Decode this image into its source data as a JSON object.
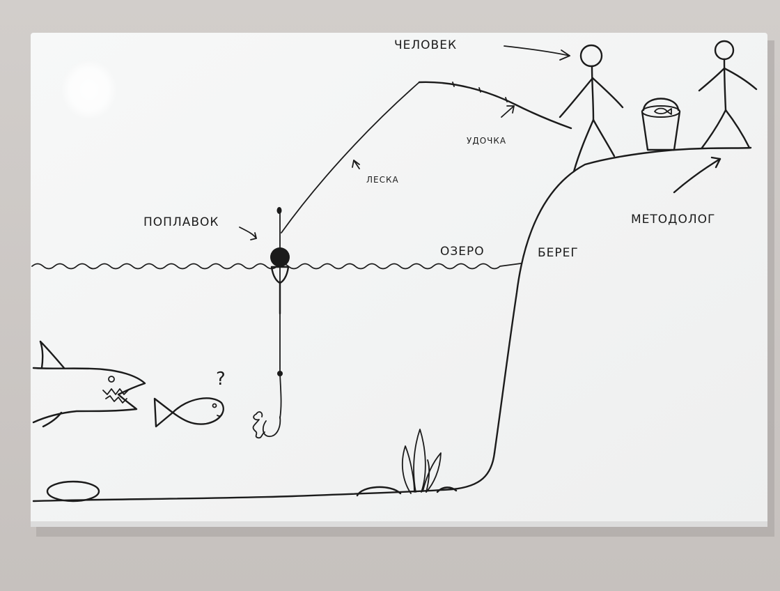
{
  "labels": {
    "person": "ЧЕЛОВЕК",
    "rod": "УДОЧКА",
    "line": "ЛЕСКА",
    "float": "ПОПЛАВОК",
    "lake": "ОЗЕРО",
    "shore": "БЕРЕГ",
    "methodologist": "МЕТОДОЛОГ",
    "question": "?"
  },
  "colors": {
    "wall": "#cdc8c5",
    "board": "#f3f4f4",
    "ink": "#1b1b1b"
  }
}
